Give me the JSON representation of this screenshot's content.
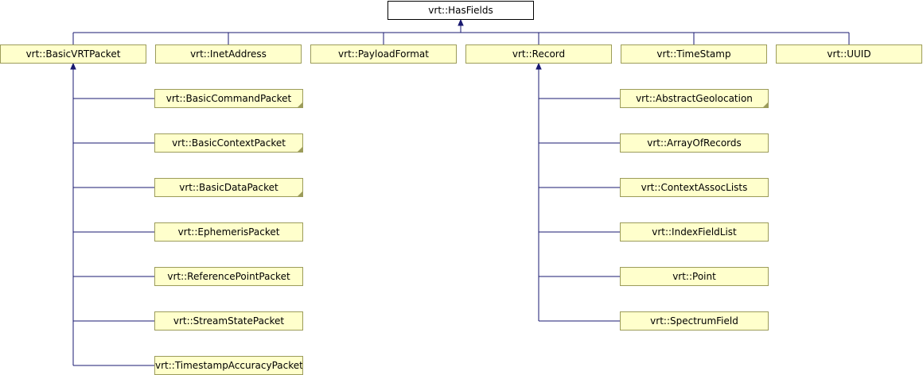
{
  "colors": {
    "edge": "#191970",
    "node_fill": "#ffffcc",
    "node_border": "#9c9c5a",
    "root_fill": "#ffffff",
    "root_border": "#000000"
  },
  "root": {
    "label": "vrt::HasFields"
  },
  "level1": [
    {
      "id": "basic-vrt-packet",
      "label": "vrt::BasicVRTPacket"
    },
    {
      "id": "inet-address",
      "label": "vrt::InetAddress"
    },
    {
      "id": "payload-format",
      "label": "vrt::PayloadFormat"
    },
    {
      "id": "record",
      "label": "vrt::Record"
    },
    {
      "id": "time-stamp",
      "label": "vrt::TimeStamp"
    },
    {
      "id": "uuid",
      "label": "vrt::UUID"
    }
  ],
  "packet_children": [
    {
      "id": "basic-command-packet",
      "label": "vrt::BasicCommandPacket",
      "has_more": true
    },
    {
      "id": "basic-context-packet",
      "label": "vrt::BasicContextPacket",
      "has_more": true
    },
    {
      "id": "basic-data-packet",
      "label": "vrt::BasicDataPacket",
      "has_more": true
    },
    {
      "id": "ephemeris-packet",
      "label": "vrt::EphemerisPacket",
      "has_more": false
    },
    {
      "id": "reference-point-packet",
      "label": "vrt::ReferencePointPacket",
      "has_more": false
    },
    {
      "id": "stream-state-packet",
      "label": "vrt::StreamStatePacket",
      "has_more": false
    },
    {
      "id": "timestamp-accuracy-packet",
      "label": "vrt::TimestampAccuracyPacket",
      "has_more": false
    }
  ],
  "record_children": [
    {
      "id": "abstract-geolocation",
      "label": "vrt::AbstractGeolocation",
      "has_more": true
    },
    {
      "id": "array-of-records",
      "label": "vrt::ArrayOfRecords",
      "has_more": false
    },
    {
      "id": "context-assoc-lists",
      "label": "vrt::ContextAssocLists",
      "has_more": false
    },
    {
      "id": "index-field-list",
      "label": "vrt::IndexFieldList",
      "has_more": false
    },
    {
      "id": "point",
      "label": "vrt::Point",
      "has_more": false
    },
    {
      "id": "spectrum-field",
      "label": "vrt::SpectrumField",
      "has_more": false
    }
  ]
}
